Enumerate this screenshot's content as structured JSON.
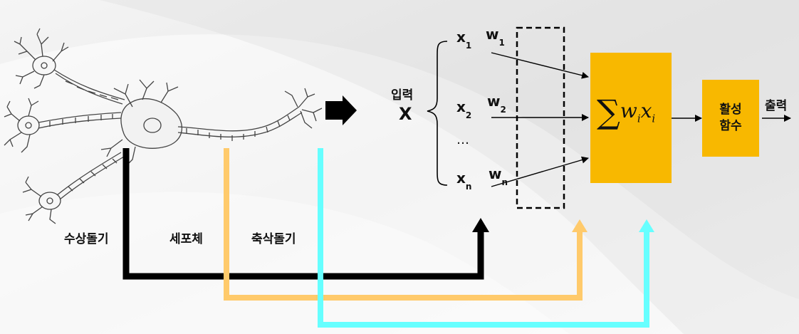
{
  "neuron_labels": {
    "dendrite": "수상돌기",
    "soma": "세포체",
    "axon": "축삭돌기"
  },
  "perceptron": {
    "input_label": "입력",
    "input_symbol": "X",
    "inputs": [
      {
        "symbol": "x",
        "sub": "1"
      },
      {
        "symbol": "x",
        "sub": "2"
      },
      {
        "symbol": "x",
        "sub": "n"
      }
    ],
    "ellipsis": "…",
    "weights": [
      {
        "symbol": "w",
        "sub": "1"
      },
      {
        "symbol": "w",
        "sub": "2"
      },
      {
        "symbol": "w",
        "sub": "n"
      }
    ],
    "sum_formula": {
      "sigma": "∑",
      "w": "w",
      "w_sub": "i",
      "x": "x",
      "x_sub": "i"
    },
    "activation_line1": "활성",
    "activation_line2": "함수",
    "output_label": "출력"
  },
  "colors": {
    "dendrite_path": "#000000",
    "soma_path": "#ffca6b",
    "axon_path": "#66ffff",
    "sum_box": "#f8b800",
    "activation_box": "#f8b800"
  }
}
